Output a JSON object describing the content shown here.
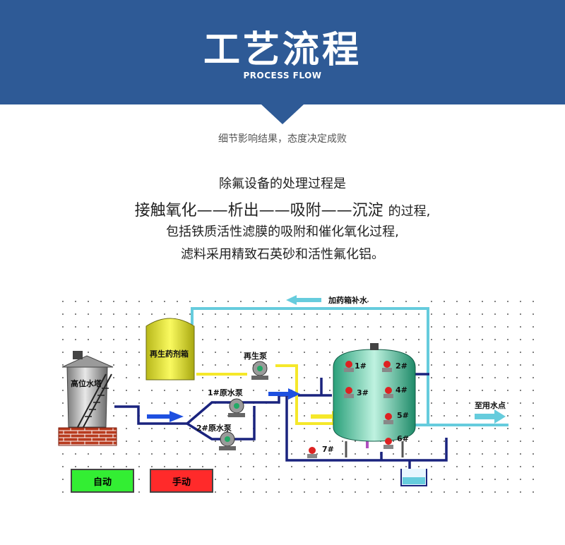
{
  "header": {
    "title": "工艺流程",
    "subtitle": "PROCESS FLOW"
  },
  "motto": "细节影响结果，态度决定成败",
  "description": {
    "line1": "除氟设备的处理过程是",
    "line2_main": "接触氧化——析出——吸附——沉淀",
    "line2_tail": "的过程,",
    "line3": "包括铁质活性滤膜的吸附和催化氧化过程,",
    "line4": "滤料采用精致石英砂和活性氟化铝。"
  },
  "diagram": {
    "labels": {
      "dosing_refill": "加药箱补水",
      "regen_tank": "再生药剂箱",
      "high_tower": "高位水塔",
      "regen_pump": "再生泵",
      "raw_pump_1": "1#原水泵",
      "raw_pump_2": "2#原水泵",
      "to_use_point": "至用水点",
      "valve_1": "1#",
      "valve_2": "2#",
      "valve_3": "3#",
      "valve_4": "4#",
      "valve_5": "5#",
      "valve_6": "6#",
      "valve_7": "7#"
    },
    "buttons": {
      "auto": "自动",
      "manual": "手动"
    },
    "colors": {
      "pipe_cyan": "#66ccdd",
      "pipe_navy": "#1a237e",
      "pipe_yellow": "#f5e82a",
      "pipe_purple": "#b050c0",
      "arrow_blue": "#1e50e0",
      "tank_yellow": "#e8e836"
    }
  }
}
